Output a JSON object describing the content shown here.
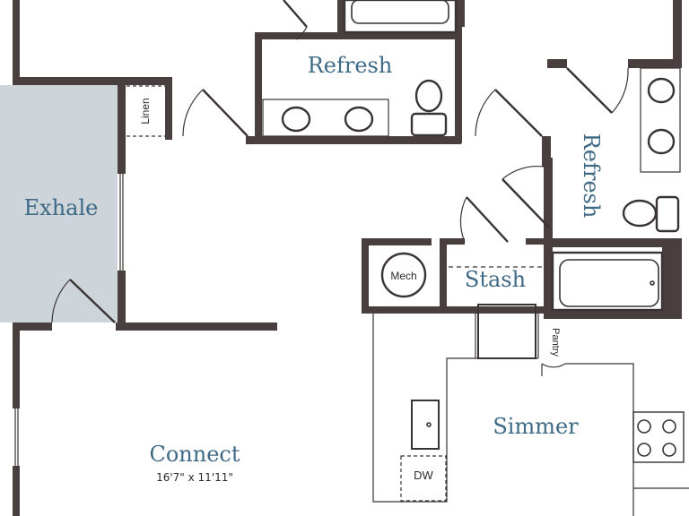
{
  "colors": {
    "wall": "#4a3f3f",
    "highlight_room": "#cdd4da",
    "label": "#3e6a86",
    "fixture": "#3a3333"
  },
  "rooms": {
    "exhale": {
      "label": "Exhale",
      "highlighted": true
    },
    "refresh_top": {
      "label": "Refresh"
    },
    "refresh_right": {
      "label": "Refresh"
    },
    "stash": {
      "label": "Stash"
    },
    "simmer": {
      "label": "Simmer"
    },
    "connect": {
      "label": "Connect",
      "dimensions": "16'7\" x 11'11\""
    }
  },
  "fixtures": {
    "linen": "Linen",
    "mech": "Mech",
    "pantry": "Pantry",
    "dw": "DW"
  }
}
